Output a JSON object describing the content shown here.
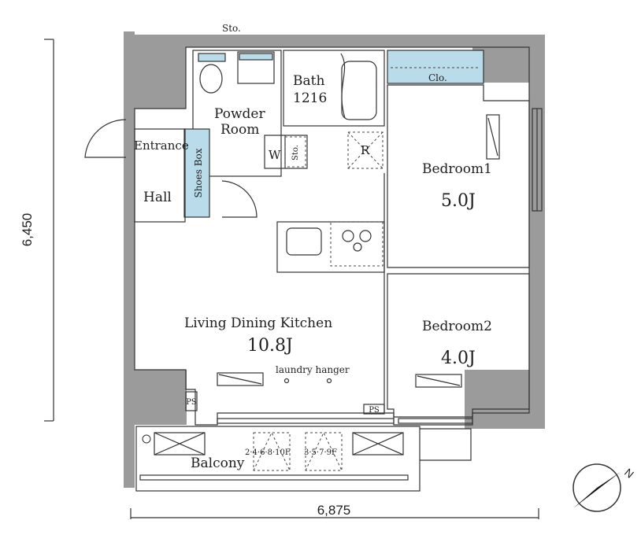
{
  "rooms": {
    "entrance": "Entrance",
    "hall": "Hall",
    "shoes_box": "Shoes Box",
    "powder_room_1": "Powder",
    "powder_room_2": "Room",
    "bath_1": "Bath",
    "bath_2": "1216",
    "sto_top": "Sto.",
    "washer": "W",
    "sto_small": "Sto.",
    "refrigerator": "R",
    "closet": "Clo.",
    "bedroom1_name": "Bedroom1",
    "bedroom1_size": "5.0J",
    "bedroom2_name": "Bedroom2",
    "bedroom2_size": "4.0J",
    "ldk_name": "Living Dining Kitchen",
    "ldk_size": "10.8J",
    "laundry_hanger": "laundry hanger",
    "ps_left": "PS",
    "ps_right": "PS",
    "balcony": "Balcony",
    "floors_even": "2·4·6·8·10F",
    "floors_odd": "3·5·7·9F"
  },
  "dimensions": {
    "height": "6,450",
    "width": "6,875"
  },
  "compass": {
    "north_label": "N"
  },
  "colors": {
    "wall": "#9b9b9b",
    "storage_fill": "#b9dbea",
    "line": "#333333"
  }
}
